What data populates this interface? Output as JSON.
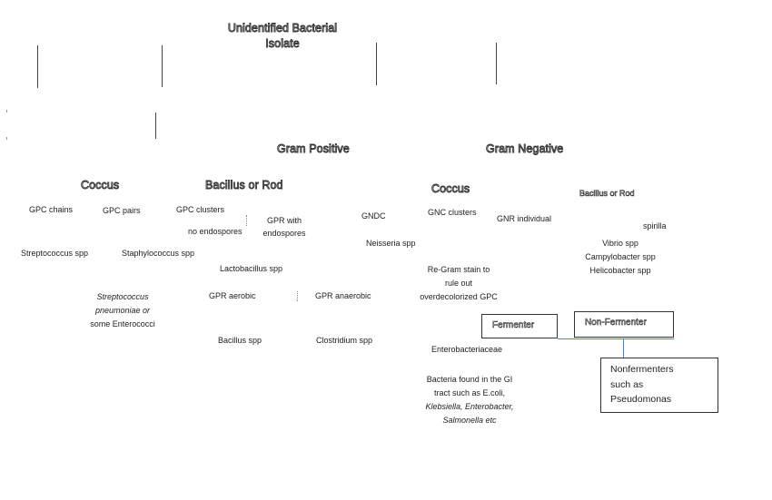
{
  "root": {
    "line1": "Unidentified Bacterial",
    "line2": "Isolate"
  },
  "gram_positive": "Gram Positive",
  "gram_negative": "Gram Negative",
  "gp_coccus": "Coccus",
  "gp_bacillus": "Bacillus or Rod",
  "gn_coccus": "Coccus",
  "gn_bacillus": "Bacillus or Rod",
  "gpc_chains": "GPC chains",
  "gpc_pairs": "GPC pairs",
  "gpc_clusters": "GPC clusters",
  "no_endospores": "no endospores",
  "gpr_with": {
    "line1": "GPR with",
    "line2": "endospores"
  },
  "gndc": "GNDC",
  "gnc_clusters": "GNC clusters",
  "gnr_individual": "GNR individual",
  "spirilla": "spirilla",
  "strep_spp": "Streptococcus spp",
  "staph_spp": "Staphylococcus spp",
  "neisseria_spp": "Neisseria spp",
  "vibrio_group": [
    "Vibrio spp",
    "Campylobacter spp",
    "Helicobacter spp"
  ],
  "lactobacillus": "Lactobacillus spp",
  "regram": [
    "Re-Gram stain to",
    "rule out",
    "overdecolorized GPC"
  ],
  "strep_pneumo": [
    "Streptococcus",
    "pneumoniae or",
    "some Enterococci"
  ],
  "gpr_aerobic": "GPR aerobic",
  "gpr_anaerobic": "GPR anaerobic",
  "fermenter": "Fermenter",
  "non_fermenter": "Non-Fermenter",
  "enterobacteriaceae": "Enterobacteriaceae",
  "nonfermenters_box": [
    "Nonfermenters",
    "such as",
    "Pseudomonas"
  ],
  "bacillus_spp": "Bacillus spp",
  "clostridium_spp": "Clostridium spp",
  "gi_bacteria": [
    "Bacteria found in the GI",
    "tract such as E.coli,",
    "Klebsiella, Enterobacter,",
    "Salmonella etc"
  ]
}
